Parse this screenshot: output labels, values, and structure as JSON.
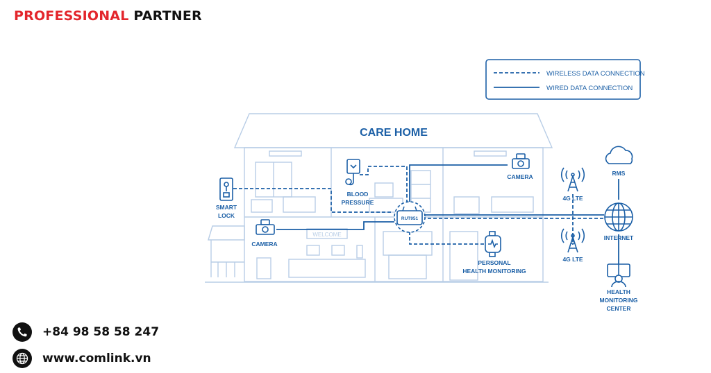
{
  "brand": {
    "word1": "PROFESSIONAL",
    "word2": "PARTNER"
  },
  "legend": {
    "wireless": "WIRELESS DATA CONNECTION",
    "wired": "WIRED DATA CONNECTION"
  },
  "house": {
    "title": "CARE HOME",
    "sign": "WELCOME",
    "router": "RUT951",
    "smart_lock": [
      "SMART",
      "LOCK"
    ],
    "blood_pressure": [
      "BLOOD",
      "PRESSURE"
    ],
    "camera_top": "CAMERA",
    "camera_left": "CAMERA",
    "health_monitor": [
      "PERSONAL",
      "HEALTH MONITORING"
    ]
  },
  "network": {
    "lte_top": "4G LTE",
    "lte_bottom": "4G LTE",
    "rms": "RMS",
    "internet": "INTERNET",
    "center": [
      "HEALTH",
      "MONITORING",
      "CENTER"
    ]
  },
  "contacts": {
    "phone": "+84 98 58 58 247",
    "web": "www.comlink.vn"
  },
  "colors": {
    "brand_red": "#e3262c",
    "diagram_blue": "#1b5fa6",
    "house_line": "#b8cde6"
  }
}
